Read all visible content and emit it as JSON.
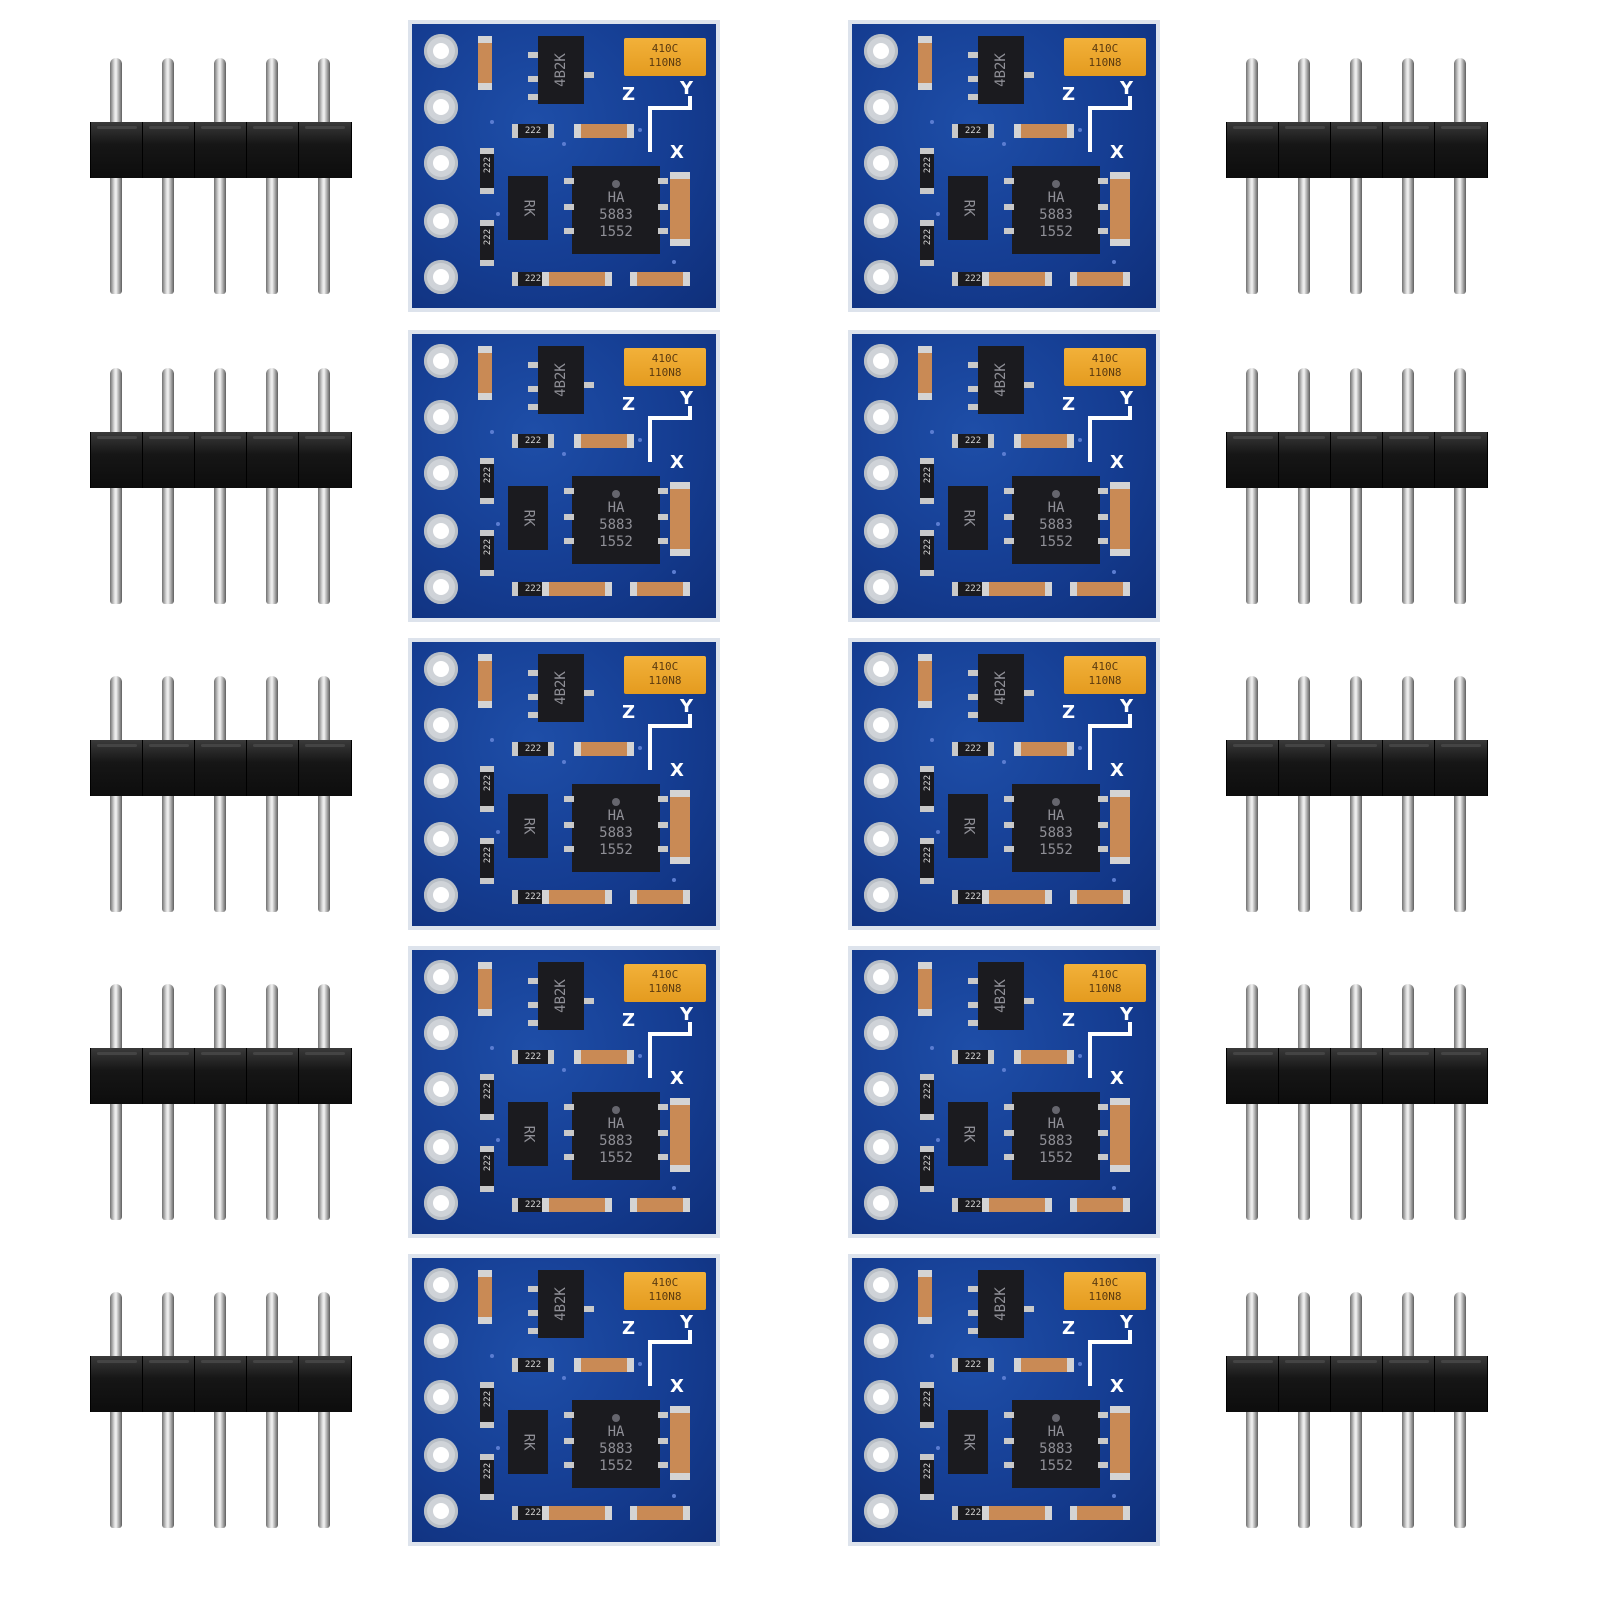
{
  "scene": {
    "background": "#ffffff",
    "boards": [
      {
        "row": 1,
        "col": 1
      },
      {
        "row": 1,
        "col": 2
      },
      {
        "row": 2,
        "col": 1
      },
      {
        "row": 2,
        "col": 2
      },
      {
        "row": 3,
        "col": 1
      },
      {
        "row": 3,
        "col": 2
      },
      {
        "row": 4,
        "col": 1
      },
      {
        "row": 4,
        "col": 2
      },
      {
        "row": 5,
        "col": 1
      },
      {
        "row": 5,
        "col": 2
      }
    ],
    "header_count": 10,
    "pins_per_header": 5
  },
  "board_labels": {
    "regulator": "4B2K",
    "capacitor_line1": "410C",
    "capacitor_line2": "110N8",
    "ic_line1": "HA",
    "ic_line2": "5883",
    "ic_line3": "1552",
    "rk_chip": "RK",
    "resistor": "222",
    "axis_z": "Z",
    "axis_y": "Y",
    "axis_x": "X"
  },
  "colors": {
    "pcb_blue": "#153d92",
    "pcb_edge": "#dde3ec",
    "header_plastic": "#161616",
    "pin_metal": "#d9d9d9",
    "tantalum_cap": "#e49b1f",
    "chip_body": "#1b1b1f"
  }
}
